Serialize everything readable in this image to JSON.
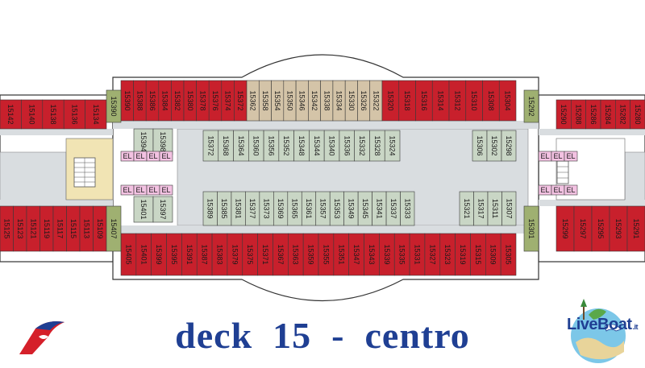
{
  "caption": "deck  15  -  centro",
  "logo": {
    "brand_line1": "Live",
    "brand_line2": "Boat",
    "brand_suffix": ".it"
  },
  "colors": {
    "outside_cabin": "#c8202c",
    "balcony_cabin": "#d4c4a8",
    "inside_cabin": "#c9d6c5",
    "elevator": "#f3c2e2",
    "stair": "#f1e4b4",
    "service": "#9fb071",
    "corridor": "#d9dde0",
    "caption": "#1f3f93"
  },
  "labels": {
    "elevator": "EL",
    "cabins_top_outer_left": [
      "15142",
      "15140",
      "15138",
      "15136",
      "15134"
    ],
    "cabins_top_center_left": [
      "15390",
      "15388",
      "15386",
      "15384",
      "15382",
      "15380",
      "15378",
      "15376",
      "15374",
      "15372"
    ],
    "cabins_top_center_mid": [
      "15362",
      "15358",
      "15354",
      "15350",
      "15346",
      "15342",
      "15338",
      "15334",
      "15330",
      "15326",
      "15322"
    ],
    "cabins_top_center_right": [
      "15320",
      "15318",
      "15316",
      "15314",
      "15312",
      "15310",
      "15308",
      "15304"
    ],
    "cabin_top_service_right": "15292",
    "cabins_top_outer_right": [
      "15290",
      "15288",
      "15286",
      "15284",
      "15282",
      "15280"
    ],
    "cabins_inner_top_left": [
      "15394",
      "15398"
    ],
    "cabins_inner_top": [
      "15372",
      "15368",
      "15364",
      "15360",
      "15356",
      "15352",
      "15348",
      "15344",
      "15340",
      "15336",
      "15332",
      "15328",
      "15324"
    ],
    "cabins_inner_top_right": [
      "15306",
      "15302",
      "15298"
    ],
    "cabins_inner_bottom_left": [
      "15401",
      "15397"
    ],
    "cabins_inner_bottom": [
      "15389",
      "15385",
      "15381",
      "15377",
      "15373",
      "15369",
      "15365",
      "15361",
      "15357",
      "15353",
      "15349",
      "15345",
      "15341",
      "15337",
      "15333"
    ],
    "cabins_inner_bottom_right": [
      "15321",
      "15317",
      "15311",
      "15307"
    ],
    "cabins_bottom_outer_left": [
      "15125",
      "15123",
      "15121",
      "15119",
      "15117",
      "15115",
      "15113",
      "15109"
    ],
    "cabin_bottom_service_left": "15407",
    "cabins_bottom_center": [
      "15405",
      "15401",
      "15399",
      "15395",
      "15391",
      "15387",
      "15383",
      "15379",
      "15375",
      "15371",
      "15367",
      "15363",
      "15359",
      "15355",
      "15351",
      "15347",
      "15343",
      "15339",
      "15335",
      "15331",
      "15327",
      "15323",
      "15319",
      "15315",
      "15309",
      "15305"
    ],
    "cabin_bottom_service_right": "15301",
    "cabins_bottom_outer_right": [
      "15299",
      "15297",
      "15295",
      "15293",
      "15291"
    ]
  }
}
